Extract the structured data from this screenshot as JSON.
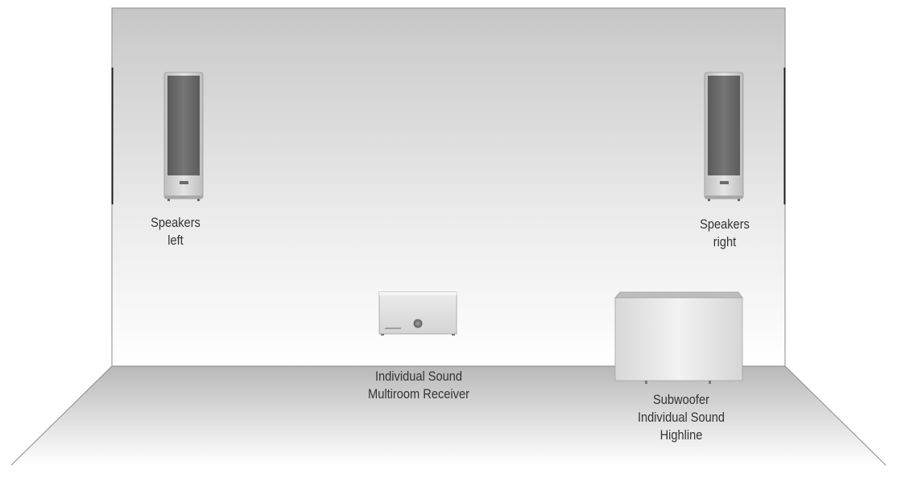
{
  "scene": {
    "speaker_left": {
      "lines": [
        "Speakers",
        "left"
      ]
    },
    "speaker_right": {
      "lines": [
        "Speakers",
        "right"
      ]
    },
    "receiver": {
      "lines": [
        "Individual Sound",
        "Multiroom Receiver"
      ]
    },
    "subwoofer": {
      "lines": [
        "Subwoofer",
        "Individual Sound",
        "Highline"
      ]
    }
  },
  "colors": {
    "wall_top": "#c8c8c8",
    "wall_bottom": "#ffffff",
    "floor_top": "#bdbdbd",
    "floor_bottom": "#ffffff",
    "speaker_grille": "#6a6a6a",
    "device_body": "#dcdcdc",
    "label_text": "#333333"
  }
}
